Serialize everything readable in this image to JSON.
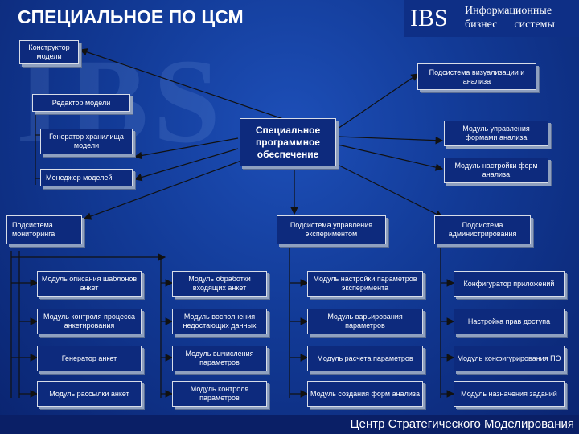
{
  "header": {
    "title": "СПЕЦИАЛЬНОЕ ПО ЦСМ",
    "logo": "IBS",
    "logo_line1": "Информационные",
    "logo_line2": "бизнес      системы",
    "watermark": "IBS"
  },
  "center": {
    "label": "Специальное программное обеспечение"
  },
  "top": {
    "constructor": "Конструктор модели",
    "viz": "Подсистема визуализации и анализа",
    "editor": "Редактор модели",
    "generator_store": "Генератор хранилища модели",
    "model_manager": "Менеджер моделей",
    "forms_mgmt": "Модуль управления формами анализа",
    "forms_settings": "Модуль настройки форм анализа"
  },
  "subsystems": {
    "monitoring": "Подсистема мониторинга",
    "experiment": "Подсистема управления экспериментом",
    "admin": "Подсистема администрирования"
  },
  "grid": {
    "col1": [
      "Модуль описания шаблонов анкет",
      "Модуль контроля процесса анкетирования",
      "Генератор анкет",
      "Модуль рассылки анкет"
    ],
    "col2": [
      "Модуль обработки входящих анкет",
      "Модуль восполнения недостающих данных",
      "Модуль вычисления параметров",
      "Модуль контроля параметров"
    ],
    "col3": [
      "Модуль настройки параметров эксперимента",
      "Модуль варьирования параметров",
      "Модуль расчета параметров",
      "Модуль создания форм анализа"
    ],
    "col4": [
      "Конфигуратор приложений",
      "Настройка прав доступа",
      "Модуль конфигурирования ПО",
      "Модуль назначения заданий"
    ]
  },
  "footer": "Центр Стратегического Моделирования"
}
